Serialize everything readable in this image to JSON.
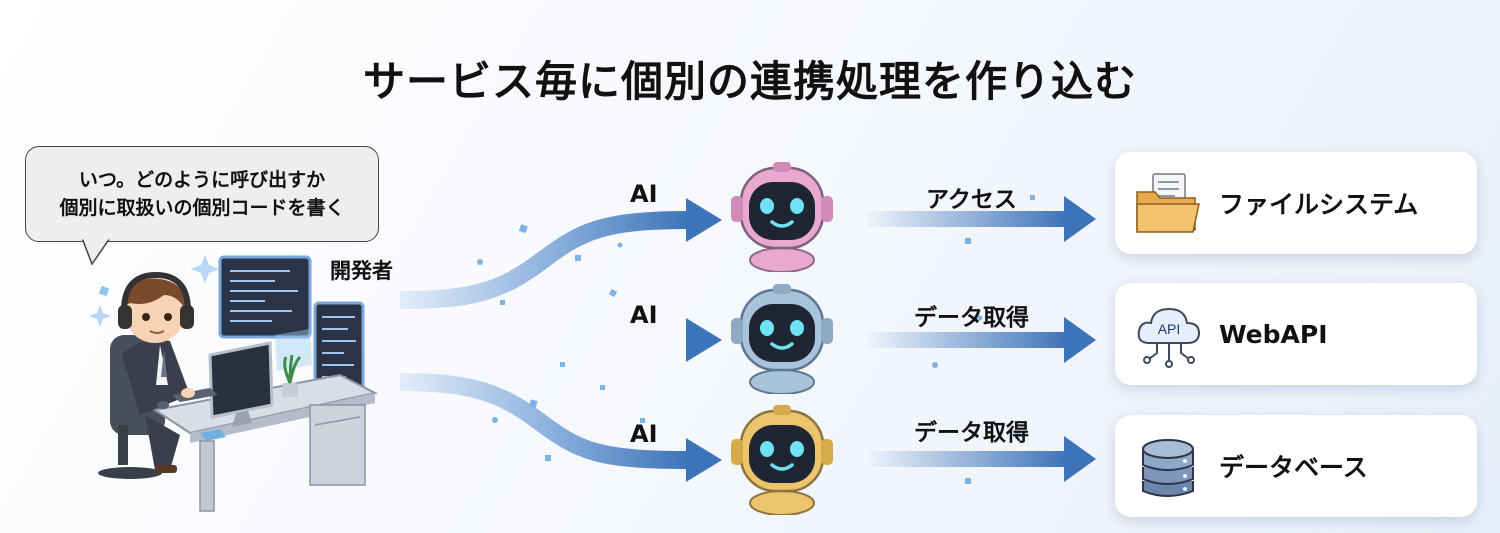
{
  "title": "サービス毎に個別の連携処理を作り込む",
  "bubble": {
    "line1": "いつ。どのように呼び出すか",
    "line2": "個別に取扱いの個別コードを書く"
  },
  "developer_label": "開発者",
  "agents": [
    {
      "label": "AI",
      "action": "アクセス",
      "target": "ファイルシステム",
      "color": "#e9a8cf",
      "icon": "folder-icon"
    },
    {
      "label": "AI",
      "action": "データ取得",
      "target": "WebAPI",
      "color": "#a9c3dc",
      "icon": "cloud-api-icon"
    },
    {
      "label": "AI",
      "action": "データ取得",
      "target": "データベース",
      "color": "#ebc46b",
      "icon": "database-icon"
    }
  ],
  "api_icon_text": "API",
  "colors": {
    "flow": "#3d73b8",
    "flow_light": "#bcd3ee"
  }
}
